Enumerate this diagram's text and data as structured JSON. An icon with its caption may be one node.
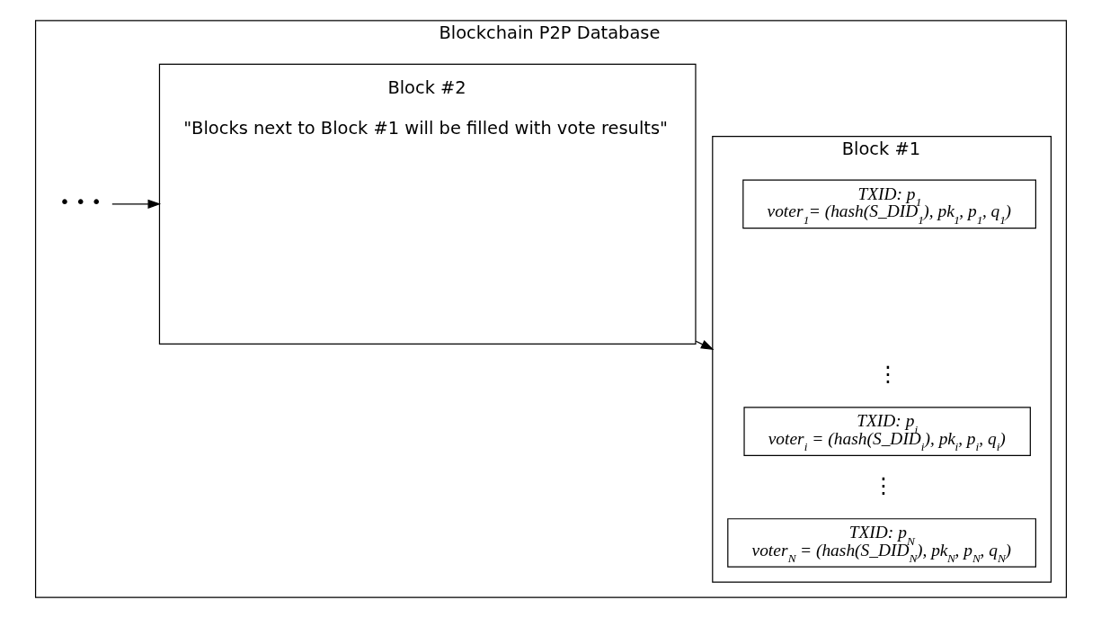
{
  "diagram": {
    "nodes": [
      {
        "text": [
          "Blockchain P2P Database"
        ]
      },
      {
        "text": [
          "Block #1"
        ],
        "in": 0
      },
      {
        "text": [
          "TXID: p$_{1}$",
          "voter$_{1}$= (hash(S_DID$_{1}$), pk$_{1}$, p$_{1}$, q$_{1}$)"
        ],
        "in": 1
      },
      {
        "text": [
          "TXID: p$_{i}$",
          "voter$_{i}$ = (hash(S_DID$_{i}$), pk$_{i}$, p$_{i}$, q$_{i}$)"
        ],
        "in": 1
      },
      {
        "text": [
          "TXID: p$_{N}$",
          "voter$_{N}$ = (hash(S_DID$_{N}$), pk$_{N}$, p$_{N}$, q$_{N}$)"
        ],
        "in": 1
      },
      {
        "text": [
          "Block #2",
          "\"Blocks next to Block #1 will be filled with vote results\""
        ],
        "in": 0
      },
      {
        "text": [
          "• • •"
        ],
        "in": 0
      }
    ],
    "edges": [
      {
        "from": 5,
        "to": 1,
        "arrow": "to"
      },
      {
        "from": 6,
        "to": 5,
        "arrow": "to"
      }
    ],
    "labels": [
      "⋮",
      "⋮"
    ]
  }
}
